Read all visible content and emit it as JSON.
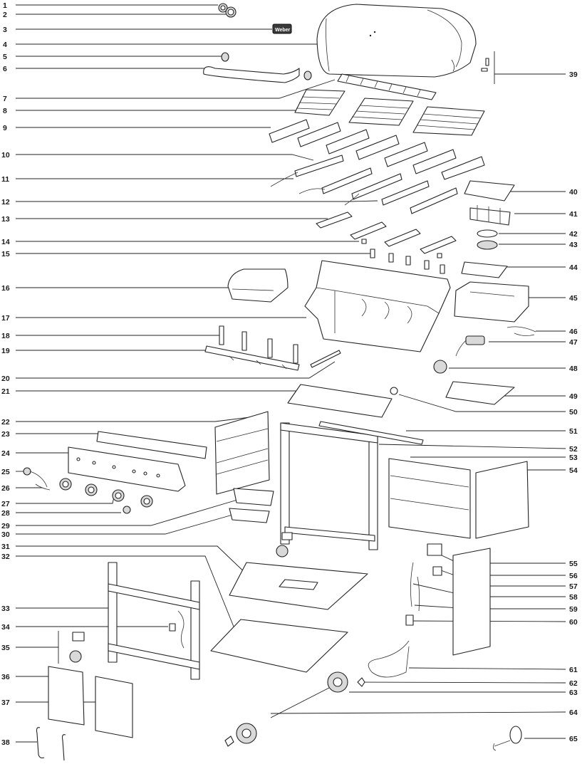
{
  "callouts_left": [
    "1",
    "2",
    "3",
    "4",
    "5",
    "6",
    "7",
    "8",
    "9",
    "10",
    "11",
    "12",
    "13",
    "14",
    "15",
    "16",
    "17",
    "18",
    "19",
    "20",
    "21",
    "22",
    "23",
    "24",
    "25",
    "26",
    "27",
    "28",
    "29",
    "30",
    "31",
    "32",
    "33",
    "34",
    "35",
    "36",
    "37",
    "38"
  ],
  "callouts_right": [
    "39",
    "40",
    "41",
    "42",
    "43",
    "44",
    "45",
    "46",
    "47",
    "48",
    "49",
    "50",
    "51",
    "52",
    "53",
    "54",
    "55",
    "56",
    "57",
    "58",
    "59",
    "60",
    "61",
    "62",
    "63",
    "64",
    "65"
  ],
  "logo_text": "Weber"
}
